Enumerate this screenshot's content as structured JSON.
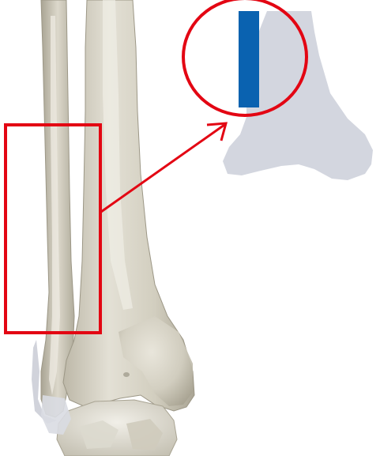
{
  "colors": {
    "background": "#ffffff",
    "bone": "#d8d4c6",
    "bone_shadow": "#b7b2a2",
    "bone_highlight": "#efece3",
    "tibia_silhouette": "#d3d6df",
    "fibula_indicator": "#0a62b0",
    "annotation": "#e30613"
  },
  "diagram": {
    "subject": "lower-leg-bones-anterior-view",
    "highlighted_region": "distal-fibula",
    "inset_marker_icon": "fibula-location-bar"
  }
}
